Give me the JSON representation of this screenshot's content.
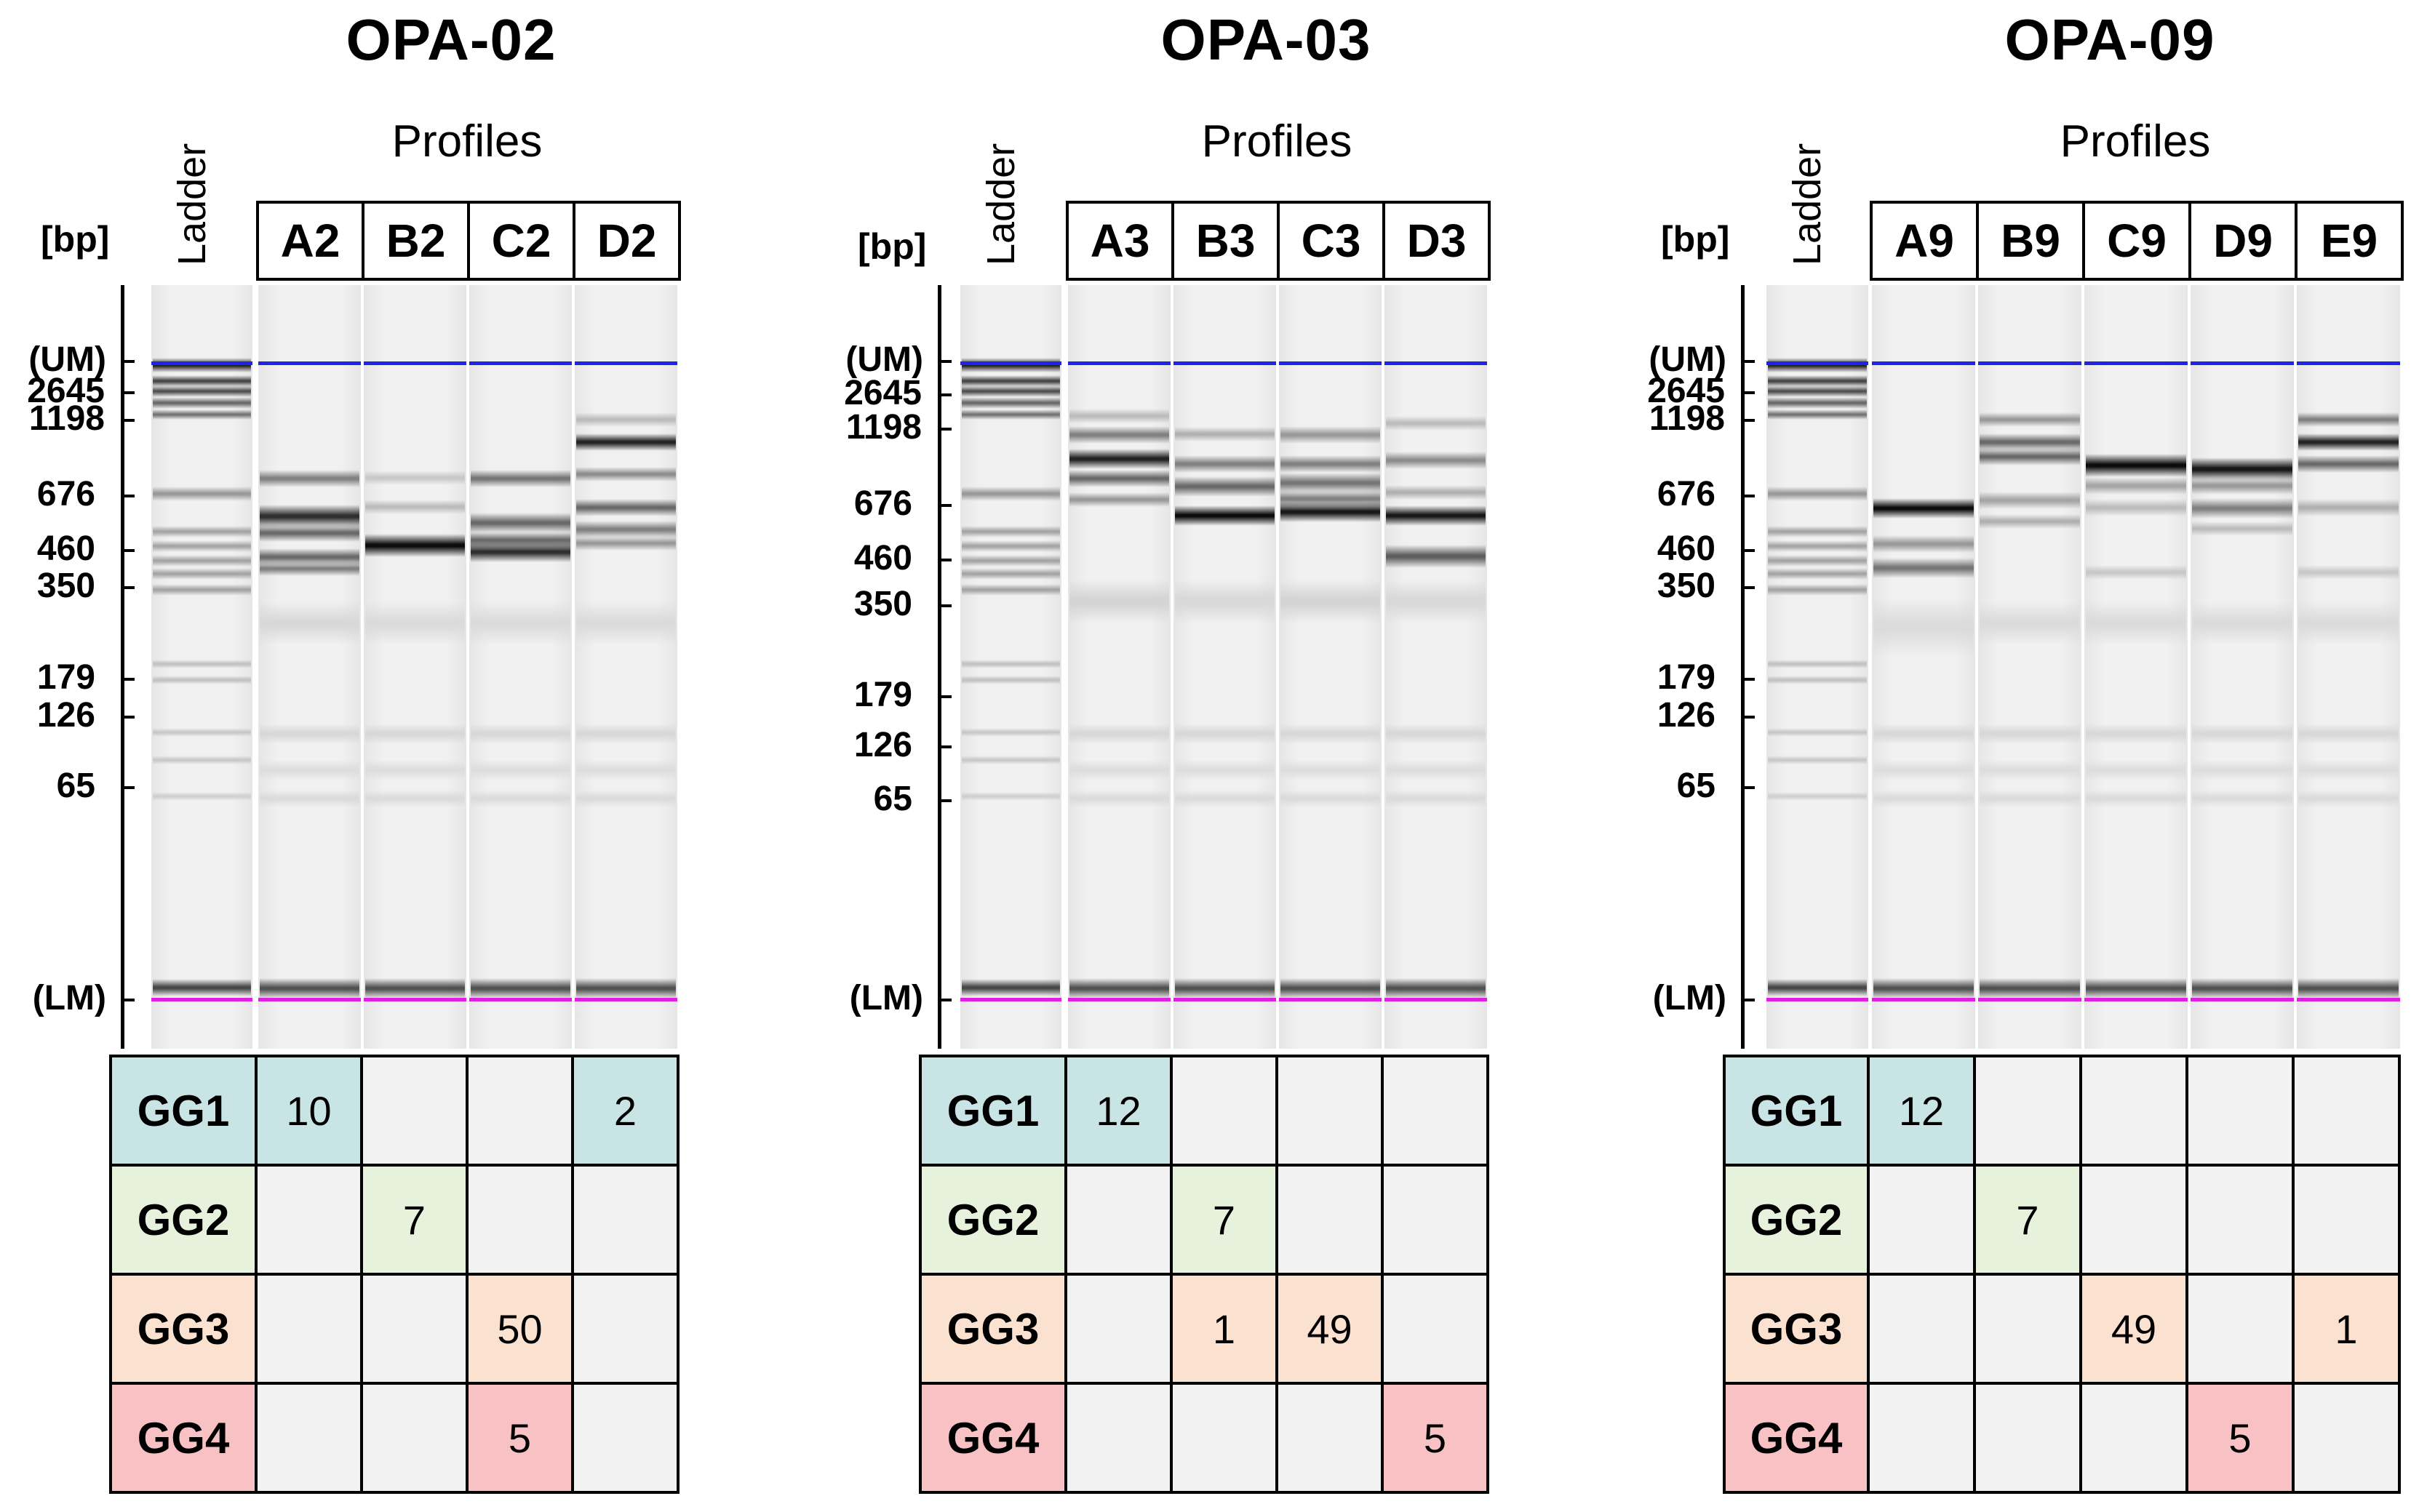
{
  "panels": [
    {
      "title": "OPA-02",
      "profiles_label": "Profiles",
      "ladder_label": "Ladder",
      "bp_label": "[bp]",
      "size_markers": [
        "(UM)",
        "2645",
        "1198",
        "676",
        "460",
        "350",
        "179",
        "126",
        "65",
        "(LM)"
      ],
      "lanes": [
        "A2",
        "B2",
        "C2",
        "D2"
      ],
      "groups": [
        {
          "name": "GG1",
          "counts": [
            "10",
            "",
            "",
            "2"
          ]
        },
        {
          "name": "GG2",
          "counts": [
            "",
            "7",
            "",
            ""
          ]
        },
        {
          "name": "GG3",
          "counts": [
            "",
            "",
            "50",
            ""
          ]
        },
        {
          "name": "GG4",
          "counts": [
            "",
            "",
            "5",
            ""
          ]
        }
      ]
    },
    {
      "title": "OPA-03",
      "profiles_label": "Profiles",
      "ladder_label": "Ladder",
      "bp_label": "[bp]",
      "size_markers": [
        "(UM)",
        "2645",
        "1198",
        "676",
        "460",
        "350",
        "179",
        "126",
        "65",
        "(LM)"
      ],
      "lanes": [
        "A3",
        "B3",
        "C3",
        "D3"
      ],
      "groups": [
        {
          "name": "GG1",
          "counts": [
            "12",
            "",
            "",
            ""
          ]
        },
        {
          "name": "GG2",
          "counts": [
            "",
            "7",
            "",
            ""
          ]
        },
        {
          "name": "GG3",
          "counts": [
            "",
            "1",
            "49",
            ""
          ]
        },
        {
          "name": "GG4",
          "counts": [
            "",
            "",
            "",
            "5"
          ]
        }
      ]
    },
    {
      "title": "OPA-09",
      "profiles_label": "Profiles",
      "ladder_label": "Ladder",
      "bp_label": "[bp]",
      "size_markers": [
        "(UM)",
        "2645",
        "1198",
        "676",
        "460",
        "350",
        "179",
        "126",
        "65",
        "(LM)"
      ],
      "lanes": [
        "A9",
        "B9",
        "C9",
        "D9",
        "E9"
      ],
      "groups": [
        {
          "name": "GG1",
          "counts": [
            "12",
            "",
            "",
            "",
            ""
          ]
        },
        {
          "name": "GG2",
          "counts": [
            "",
            "7",
            "",
            "",
            ""
          ]
        },
        {
          "name": "GG3",
          "counts": [
            "",
            "",
            "49",
            "",
            "1"
          ]
        },
        {
          "name": "GG4",
          "counts": [
            "",
            "",
            "",
            "5",
            ""
          ]
        }
      ]
    }
  ],
  "colors": {
    "upper_marker": "#1f24e6",
    "lower_marker": "#e020e0",
    "GG1": "#c9e4e4",
    "GG2": "#e6f2dc",
    "GG3": "#fbe1cf",
    "GG4": "#f8c2c4",
    "empty": "#f2f2f2"
  }
}
